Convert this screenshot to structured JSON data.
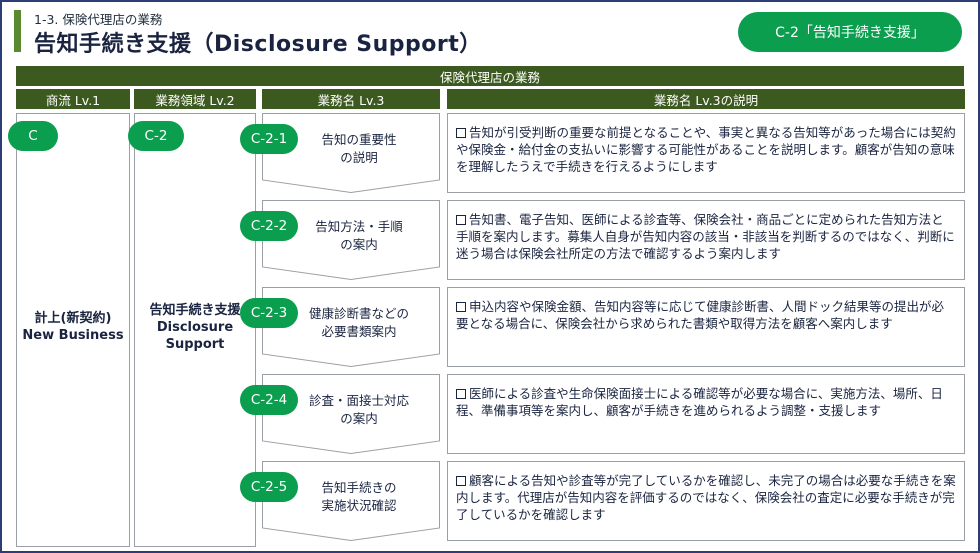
{
  "header": {
    "subtitle": "1-3. 保険代理店の業務",
    "title": "告知手続き支援（Disclosure Support）",
    "ref_label": "C-2「告知手続き支援」"
  },
  "table": {
    "banner": "保険代理店の業務",
    "columns": [
      "商流 Lv.1",
      "業務領域 Lv.2",
      "業務名 Lv.3",
      "業務名 Lv.3の説明"
    ],
    "lv1": {
      "code": "C",
      "line1": "計上(新契約)",
      "line2": "New Business"
    },
    "lv2": {
      "code": "C-2",
      "line1": "告知手続き支援",
      "line2": "Disclosure",
      "line3": "Support"
    },
    "rows": [
      {
        "code": "C-2-1",
        "name1": "告知の重要性",
        "name2": "の説明",
        "desc": "告知が引受判断の重要な前提となることや、事実と異なる告知等があった場合には契約や保険金・給付金の支払いに影響する可能性があることを説明します。顧客が告知の意味を理解したうえで手続きを行えるようにします"
      },
      {
        "code": "C-2-2",
        "name1": "告知方法・手順",
        "name2": "の案内",
        "desc": "告知書、電子告知、医師による診査等、保険会社・商品ごとに定められた告知方法と手順を案内します。募集人自身が告知内容の該当・非該当を判断するのではなく、判断に迷う場合は保険会社所定の方法で確認するよう案内します"
      },
      {
        "code": "C-2-3",
        "name1": "健康診断書などの",
        "name2": "必要書類案内",
        "desc": "申込内容や保険金額、告知内容等に応じて健康診断書、人間ドック結果等の提出が必要となる場合に、保険会社から求められた書類や取得方法を顧客へ案内します"
      },
      {
        "code": "C-2-4",
        "name1": "診査・面接士対応",
        "name2": "の案内",
        "desc": "医師による診査や生命保険面接士による確認等が必要な場合に、実施方法、場所、日程、準備事項等を案内し、顧客が手続きを進められるよう調整・支援します"
      },
      {
        "code": "C-2-5",
        "name1": "告知手続きの",
        "name2": "実施状況確認",
        "desc": "顧客による告知や診査等が完了しているかを確認し、未完了の場合は必要な手続きを案内します。代理店が告知内容を評価するのではなく、保険会社の査定に必要な手続きが完了しているかを確認します"
      }
    ]
  },
  "colors": {
    "accent_green": "#0b9e4f",
    "header_dark_green": "#3c5a1f",
    "title_bar_green": "#5a8a30",
    "frame_blue": "#2c3e75"
  }
}
